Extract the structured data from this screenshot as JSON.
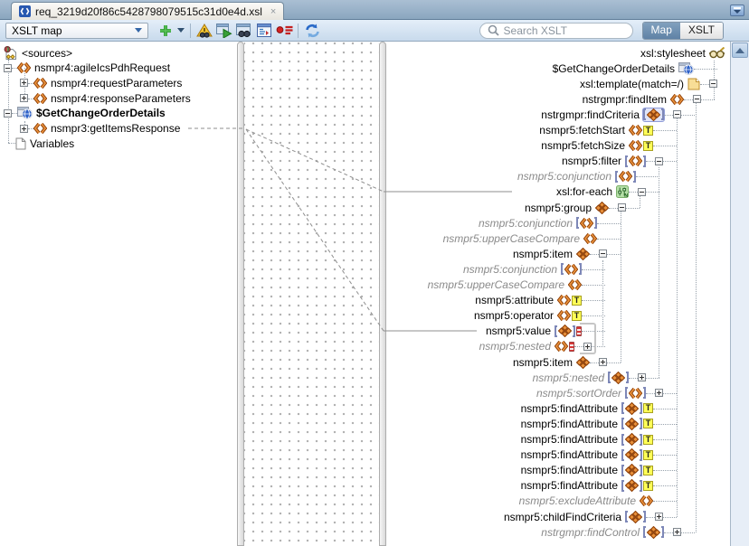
{
  "tab": {
    "title": "req_3219d20f86c5428798079515c31d0e4d.xsl",
    "close_glyph": "×"
  },
  "toolbar": {
    "view_selector": {
      "value": "XSLT map"
    },
    "buttons": [
      {
        "name": "add-node-button",
        "icon": "plus"
      },
      {
        "name": "add-node-caret",
        "icon": "caret"
      },
      {
        "name": "validate-map-button",
        "icon": "validate"
      },
      {
        "name": "test-map-button",
        "icon": "run"
      },
      {
        "name": "report-button",
        "icon": "report"
      },
      {
        "name": "map-window-button",
        "icon": "window"
      },
      {
        "name": "breakpoints-button",
        "icon": "breakpoints"
      },
      {
        "name": "refresh-button",
        "icon": "refresh"
      }
    ],
    "search": {
      "placeholder": "Search XSLT"
    },
    "view_toggle": {
      "options": [
        "Map",
        "XSLT"
      ],
      "selected": "Map"
    }
  },
  "colors": {
    "tabstrip": "#8aa6bf",
    "toolbar": "#d2e0f0",
    "toggle_selected": "#6c8cb0",
    "element_icon": "#e8913c",
    "element_outline": "#8b3a00",
    "type_badge": "#ffff57",
    "foreach_icon": "#b6dfa8",
    "note_icon": "#f8dd96",
    "connector": "#909090"
  },
  "left_tree": {
    "rows": [
      {
        "label": "<sources>",
        "icon": "sources",
        "kind": "top",
        "box": null
      },
      {
        "label": "nsmpr4:agileIcsPdhRequest",
        "icon": "el1",
        "kind": "l0",
        "box": "-"
      },
      {
        "label": "nsmpr4:requestParameters",
        "icon": "el1",
        "kind": "l1",
        "box": "+"
      },
      {
        "label": "nsmpr4:responseParameters",
        "icon": "el1",
        "kind": "l1",
        "box": "+"
      },
      {
        "label": "$GetChangeOrderDetails",
        "icon": "globe",
        "kind": "l0",
        "box": "-",
        "bold": true
      },
      {
        "label": "nsmpr3:getItemsResponse",
        "icon": "el1",
        "kind": "l1",
        "box": "+"
      },
      {
        "label": "Variables",
        "icon": "page",
        "kind": "var",
        "box": null
      }
    ]
  },
  "right_tree": {
    "rows": [
      {
        "label": "xsl:stylesheet",
        "depth": 0,
        "icon": "glasses"
      },
      {
        "label": "$GetChangeOrderDetails",
        "depth": 1,
        "icon": "globe"
      },
      {
        "label": "xsl:template(match=/)",
        "depth": 1,
        "icon": "note",
        "box": "-",
        "tb": 0
      },
      {
        "label": "nstrgmpr:findItem",
        "depth": 2,
        "icon": "el1",
        "box": "-"
      },
      {
        "label": "nstrgmpr:findCriteria",
        "depth": 3,
        "icon": "elm",
        "bracket": true,
        "selected": true,
        "box": "-"
      },
      {
        "label": "nsmpr5:fetchStart",
        "depth": 4,
        "icon": "el1",
        "badges": [
          "T"
        ]
      },
      {
        "label": "nsmpr5:fetchSize",
        "depth": 4,
        "icon": "el1",
        "badges": [
          "T"
        ]
      },
      {
        "label": "nsmpr5:filter",
        "depth": 4,
        "icon": "el1",
        "bracket": true,
        "box": "-"
      },
      {
        "label": "nsmpr5:conjunction",
        "depth": 5,
        "icon": "el1",
        "bracket": true,
        "italic": true
      },
      {
        "label": "xsl:for-each",
        "depth": 5,
        "icon": "foreach",
        "box": "-"
      },
      {
        "label": "nsmpr5:group",
        "depth": 6,
        "icon": "elm",
        "box": "-"
      },
      {
        "label": "nsmpr5:conjunction",
        "depth": 7,
        "icon": "el1",
        "bracket": true,
        "italic": true
      },
      {
        "label": "nsmpr5:upperCaseCompare",
        "depth": 7,
        "icon": "el1",
        "italic": true
      },
      {
        "label": "nsmpr5:item",
        "depth": 7,
        "icon": "elm",
        "box": "-"
      },
      {
        "label": "nsmpr5:conjunction",
        "depth": 8,
        "icon": "el1",
        "bracket": true,
        "italic": true
      },
      {
        "label": "nsmpr5:upperCaseCompare",
        "depth": 8,
        "icon": "el1",
        "italic": true
      },
      {
        "label": "nsmpr5:attribute",
        "depth": 8,
        "icon": "el1",
        "badges": [
          "T"
        ]
      },
      {
        "label": "nsmpr5:operator",
        "depth": 8,
        "icon": "el1",
        "badges": [
          "T"
        ]
      },
      {
        "label": "nsmpr5:value",
        "depth": 8,
        "icon": "elm",
        "bracket": true,
        "badges": [
          "S"
        ]
      },
      {
        "label": "nsmpr5:nested",
        "depth": 8,
        "icon": "el1",
        "badges": [
          "S"
        ],
        "italic": true,
        "box": "+"
      },
      {
        "label": "nsmpr5:item",
        "depth": 7,
        "icon": "elm",
        "box": "+"
      },
      {
        "label": "nsmpr5:nested",
        "depth": 5,
        "icon": "elm",
        "bracket": true,
        "italic": true,
        "box": "+"
      },
      {
        "label": "nsmpr5:sortOrder",
        "depth": 4,
        "icon": "el1",
        "bracket": true,
        "italic": true,
        "box": "+"
      },
      {
        "label": "nsmpr5:findAttribute",
        "depth": 4,
        "icon": "elm",
        "bracket": true,
        "badges": [
          "T"
        ]
      },
      {
        "label": "nsmpr5:findAttribute",
        "depth": 4,
        "icon": "elm",
        "bracket": true,
        "badges": [
          "T"
        ]
      },
      {
        "label": "nsmpr5:findAttribute",
        "depth": 4,
        "icon": "elm",
        "bracket": true,
        "badges": [
          "T"
        ]
      },
      {
        "label": "nsmpr5:findAttribute",
        "depth": 4,
        "icon": "elm",
        "bracket": true,
        "badges": [
          "T"
        ]
      },
      {
        "label": "nsmpr5:findAttribute",
        "depth": 4,
        "icon": "elm",
        "bracket": true,
        "badges": [
          "T"
        ]
      },
      {
        "label": "nsmpr5:findAttribute",
        "depth": 4,
        "icon": "elm",
        "bracket": true,
        "badges": [
          "T"
        ]
      },
      {
        "label": "nsmpr5:excludeAttribute",
        "depth": 4,
        "icon": "el1",
        "italic": true
      },
      {
        "label": "nsmpr5:childFindCriteria",
        "depth": 4,
        "icon": "elm",
        "bracket": true,
        "box": "+"
      },
      {
        "label": "nstrgmpr:findControl",
        "depth": 3,
        "icon": "elm",
        "bracket": true,
        "italic": true,
        "box": "+"
      }
    ]
  },
  "connections": [
    {
      "from": "nsmpr3:getItemsResponse",
      "to": "xsl:for-each",
      "style": "dashed-then-solid"
    },
    {
      "from": "nsmpr3:getItemsResponse",
      "to": "nsmpr5:value",
      "style": "dashed-then-solid"
    }
  ]
}
